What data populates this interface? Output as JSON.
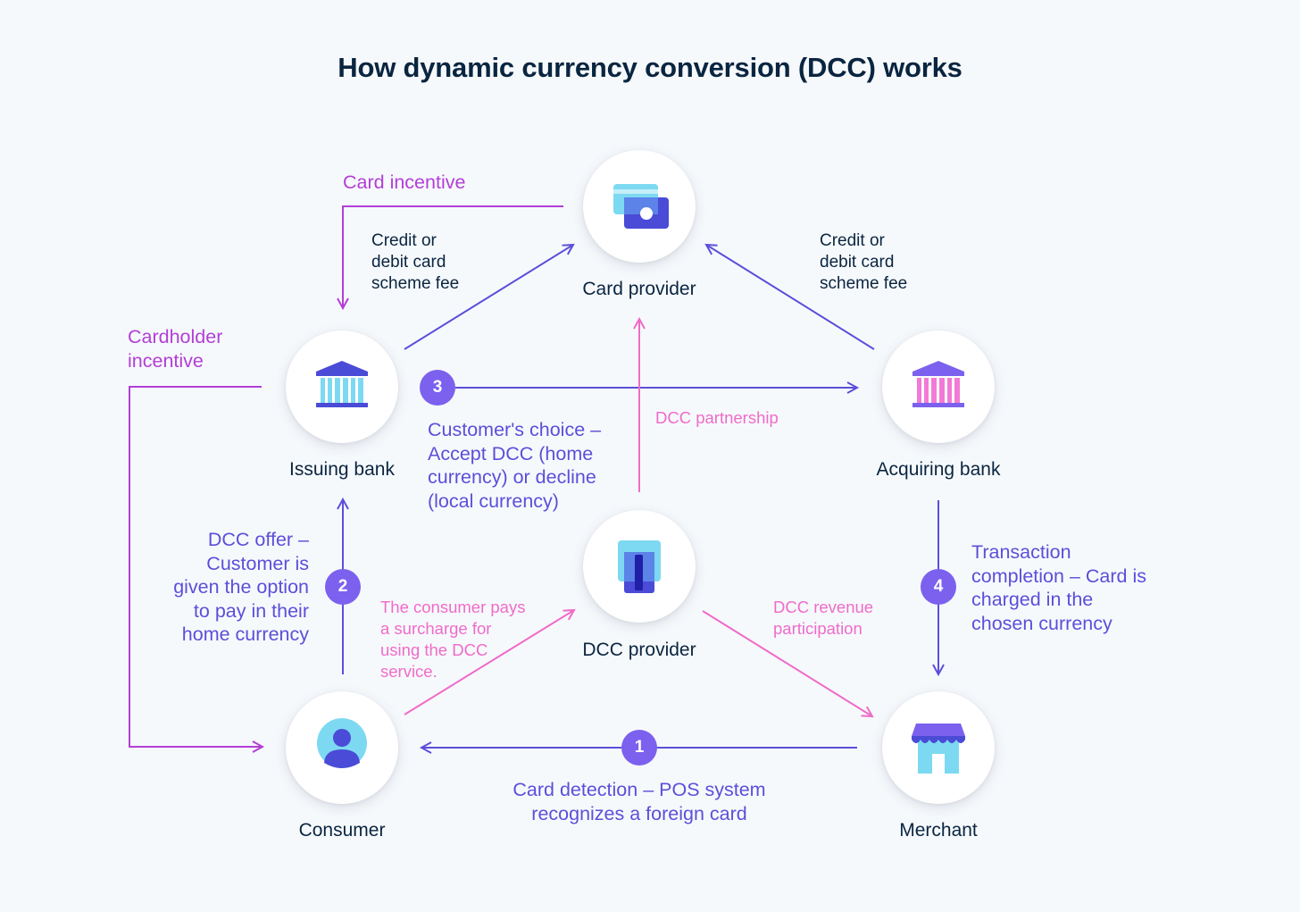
{
  "title": "How dynamic currency conversion (DCC) works",
  "nodes": {
    "card_provider": "Card provider",
    "issuing_bank": "Issuing bank",
    "acquiring_bank": "Acquiring bank",
    "dcc_provider": "DCC provider",
    "consumer": "Consumer",
    "merchant": "Merchant"
  },
  "icons": {
    "card_provider": "credit-card-icon",
    "issuing_bank": "bank-icon",
    "acquiring_bank": "bank-icon",
    "dcc_provider": "card-reader-icon",
    "consumer": "user-icon",
    "merchant": "storefront-icon"
  },
  "labels": {
    "card_incentive": "Card incentive",
    "cardholder_incentive": "Cardholder\nincentive",
    "scheme_fee_left": "Credit or\ndebit card\nscheme fee",
    "scheme_fee_right": "Credit or\ndebit card\nscheme fee",
    "dcc_partnership": "DCC partnership",
    "dcc_revenue": "DCC revenue\nparticipation",
    "consumer_surcharge": "The consumer pays\na surcharge for\nusing the DCC\nservice."
  },
  "steps": [
    {
      "number": "1",
      "text": "Card detection – POS system\nrecognizes a foreign card"
    },
    {
      "number": "2",
      "text": "DCC offer –\nCustomer is\ngiven the option\nto pay in their\nhome currency"
    },
    {
      "number": "3",
      "text": "Customer's choice –\nAccept DCC (home\ncurrency) or decline\n(local currency)"
    },
    {
      "number": "4",
      "text": "Transaction\ncompletion – Card is\ncharged in the\nchosen currency"
    }
  ],
  "colors": {
    "background": "#f6f9fc",
    "title": "#0a2540",
    "step_purple": "#5b4fd9",
    "incentive_magenta": "#b23fd6",
    "flow_pink": "#f06bc9",
    "badge": "#7b61ee",
    "icon_cyan": "#7dd9f2",
    "icon_indigo": "#4a4bd6"
  }
}
